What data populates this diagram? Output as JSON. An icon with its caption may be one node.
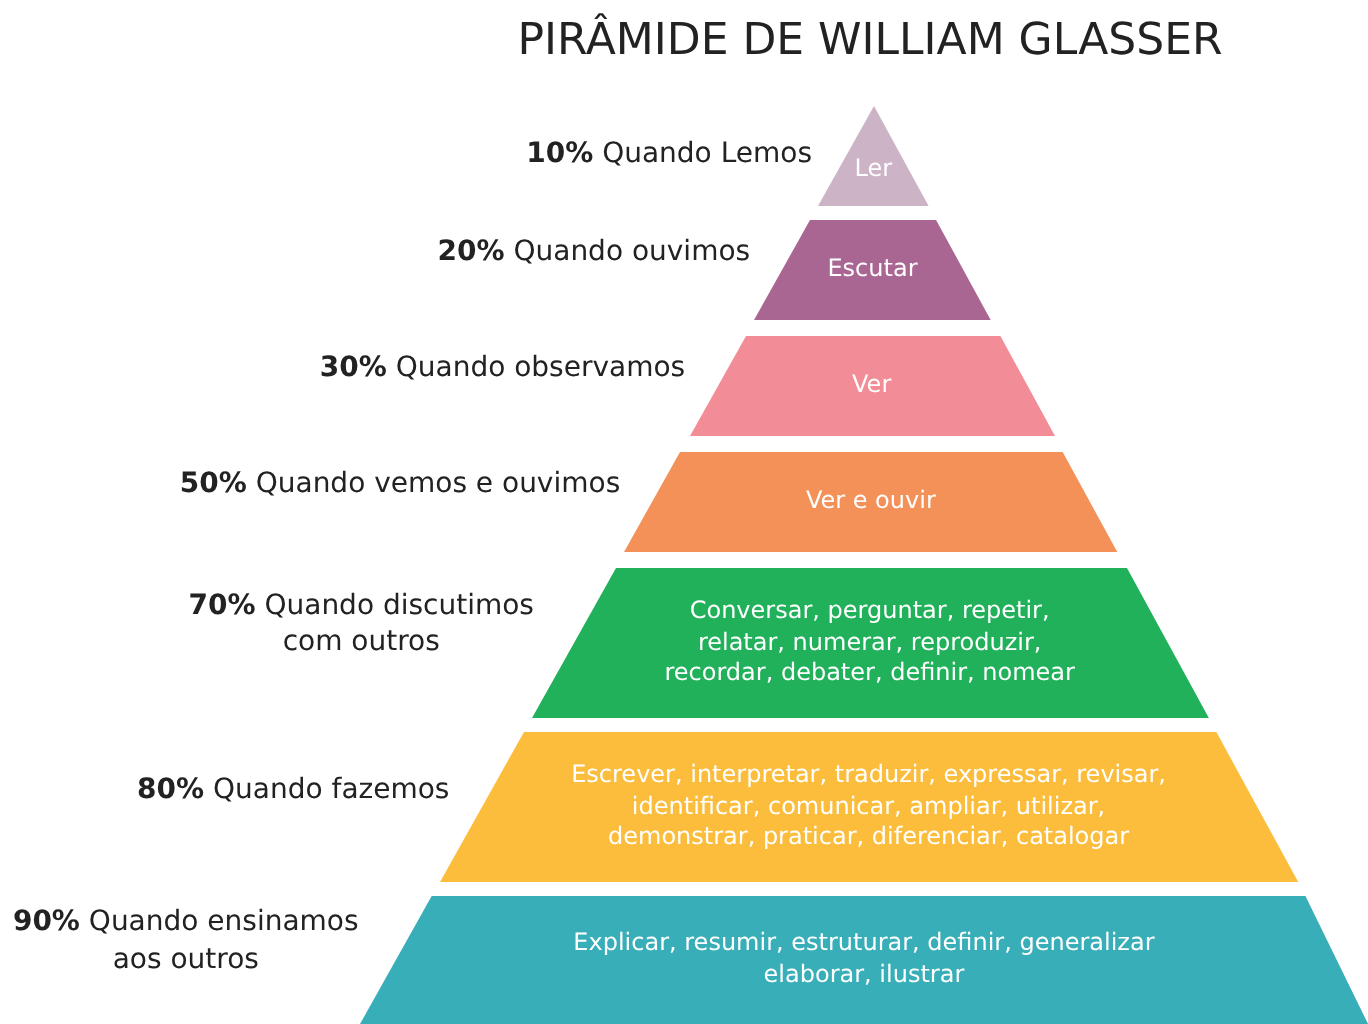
{
  "diagram": {
    "title": "PIRÂMIDE DE WILLIAM GLASSER",
    "nodes": [
      {
        "text": [
          "Ler"
        ],
        "beside": [
          "**10%** Quando Lemos"
        ]
      },
      {
        "text": [
          "Escutar"
        ],
        "beside": [
          "**20%** Quando ouvimos"
        ]
      },
      {
        "text": [
          "Ver"
        ],
        "beside": [
          "**30%** Quando observamos"
        ]
      },
      {
        "text": [
          "Ver e ouvir"
        ],
        "beside": [
          "**50%** Quando vemos e ouvimos"
        ]
      },
      {
        "text": [
          "Conversar, perguntar, repetir, relatar, numerar, reproduzir, recordar, debater, definir, nomear"
        ],
        "beside": [
          "**70%** Quando discutimos com outros"
        ]
      },
      {
        "text": [
          "Escrever, interpretar, traduzir, expressar, revisar, identificar, comunicar, ampliar, utilizar, demonstrar, praticar, diferenciar, catalogar"
        ],
        "beside": [
          "**80%** Quando fazemos"
        ]
      },
      {
        "text": [
          "Explicar, resumir, estruturar, definir, generalizar elaborar, ilustrar"
        ],
        "beside": [
          "**90%** Quando ensinamos aos outros"
        ]
      }
    ]
  }
}
